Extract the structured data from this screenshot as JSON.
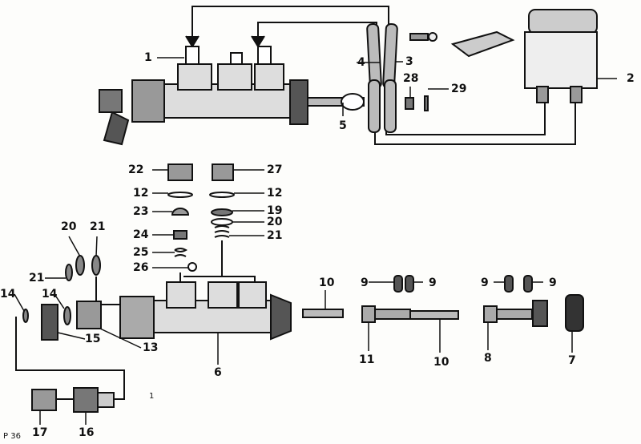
{
  "figure_code": "P 36",
  "stray_mark": "1",
  "callouts": {
    "c1": "1",
    "c2": "2",
    "c3": "3",
    "c4": "4",
    "c5": "5",
    "c28": "28",
    "c29": "29",
    "c22": "22",
    "c27": "27",
    "c12a": "12",
    "c12b": "12",
    "c23": "23",
    "c19": "19",
    "c20a": "20",
    "c21a": "21",
    "c24": "24",
    "c25": "25",
    "c26": "26",
    "c20b": "20",
    "c21b": "21",
    "c21c": "21",
    "c14a": "14",
    "c14b": "14",
    "c15": "15",
    "c13": "13",
    "c6": "6",
    "c10a": "10",
    "c10b": "10",
    "c9a": "9",
    "c9b": "9",
    "c9c": "9",
    "c9d": "9",
    "c11": "11",
    "c8": "8",
    "c7": "7",
    "c17": "17",
    "c16": "16"
  }
}
